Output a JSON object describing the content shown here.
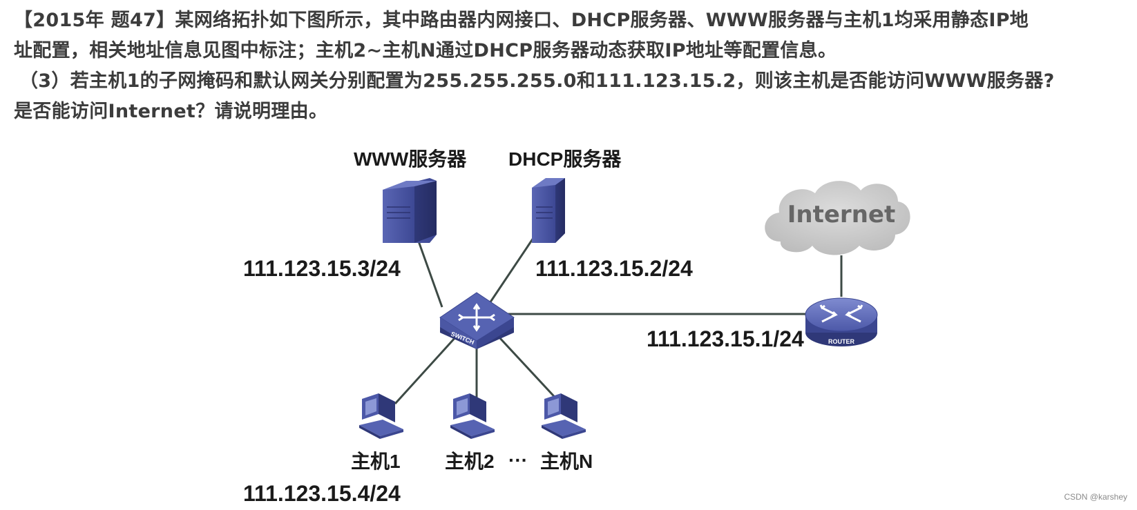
{
  "question": {
    "line1": "【2015年 题47】某网络拓扑如下图所示，其中路由器内网接口、DHCP服务器、WWW服务器与主机1均采用静态IP地",
    "line2": "址配置，相关地址信息见图中标注；主机2~主机N通过DHCP服务器动态获取IP地址等配置信息。",
    "line3": "（3）若主机1的子网掩码和默认网关分别配置为255.255.255.0和111.123.15.2，则该主机是否能访问WWW服务器?",
    "line4": "是否能访问Internet？请说明理由。"
  },
  "diagram": {
    "www_server_label": "WWW服务器",
    "dhcp_server_label": "DHCP服务器",
    "www_ip": "111.123.15.3/24",
    "dhcp_ip": "111.123.15.2/24",
    "router_ip": "111.123.15.1/24",
    "host1_ip": "111.123.15.4/24",
    "internet_label": "Internet",
    "switch_label": "SWITCH",
    "router_label": "ROUTER",
    "host1_label": "主机1",
    "host2_label": "主机2",
    "ellipsis": "···",
    "hostn_label": "主机N"
  },
  "colors": {
    "device_blue": "#4a5aa8",
    "device_dark": "#2e3570",
    "device_light": "#8c98d6",
    "link": "#3d4a45",
    "cloud": "#c9c9c9",
    "cloud_text": "#666666"
  },
  "watermark": "CSDN @karshey"
}
